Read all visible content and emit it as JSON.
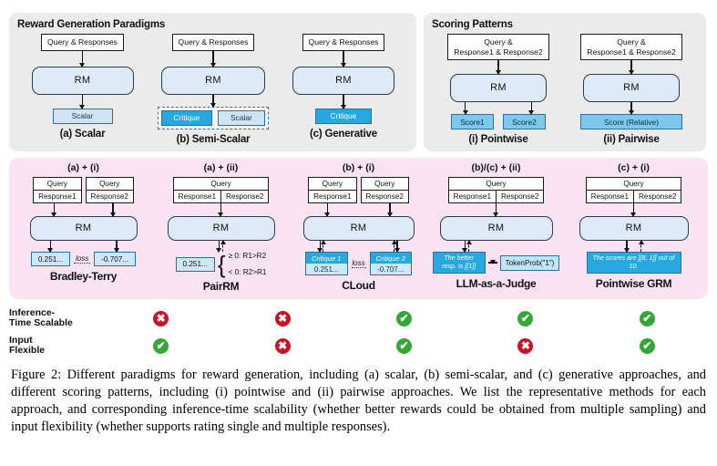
{
  "paradigms_panel": {
    "title": "Reward Generation Paradigms",
    "columns": [
      {
        "input": "Query & Responses",
        "model": "RM",
        "outputs": [
          {
            "text": "Scalar",
            "style": "light"
          }
        ],
        "label": "(a) Scalar"
      },
      {
        "input": "Query & Responses",
        "model": "RM",
        "outputs": [
          {
            "text": "Critique",
            "style": "dark"
          },
          {
            "text": "Scalar",
            "style": "light"
          }
        ],
        "label": "(b) Semi-Scalar"
      },
      {
        "input": "Query & Responses",
        "model": "RM",
        "outputs": [
          {
            "text": "Critique",
            "style": "dark"
          }
        ],
        "label": "(c) Generative"
      }
    ]
  },
  "scoring_panel": {
    "title": "Scoring Patterns",
    "columns": [
      {
        "input_line1": "Query &",
        "input_line2": "Response1 & Response2",
        "model": "RM",
        "outputs": [
          "Score1",
          "Score2"
        ],
        "label": "(i) Pointwise"
      },
      {
        "input_line1": "Query &",
        "input_line2": "Response1 & Response2",
        "model": "RM",
        "outputs": [
          "Score (Relative)"
        ],
        "label": "(ii) Pairwise"
      }
    ]
  },
  "methods_panel": {
    "columns": [
      {
        "combo": "(a) + (i)",
        "name": "Bradley-Terry",
        "input_mode": "two-boxes",
        "query_label": "Query",
        "response1": "Response1",
        "response2": "Response2",
        "model": "RM",
        "out_left": "0.251...",
        "out_right": "-0.707...",
        "loss_label": "loss"
      },
      {
        "combo": "(a) + (ii)",
        "name": "PairRM",
        "input_mode": "split",
        "query_label": "Query",
        "response1": "Response1",
        "response2": "Response2",
        "model": "RM",
        "value": "0.251...",
        "rule_top": "≥ 0: R1>R2",
        "rule_bottom": "< 0: R2>R1"
      },
      {
        "combo": "(b) + (i)",
        "name": "CLoud",
        "input_mode": "two-boxes",
        "query_label": "Query",
        "response1": "Response1",
        "response2": "Response2",
        "model": "RM",
        "crit_left_title": "Critique 1",
        "crit_left_value": "0.251...",
        "crit_right_title": "Critique 2",
        "crit_right_value": "-0.707...",
        "loss_label": "loss"
      },
      {
        "combo": "(b)/(c) + (ii)",
        "name": "LLM-as-a-Judge",
        "input_mode": "split",
        "query_label": "Query",
        "response1": "Response1",
        "response2": "Response2",
        "model": "RM",
        "judge_text": "The better resp. is [[1]]",
        "token_prob": "TokenProb(\"1\")"
      },
      {
        "combo": "(c) + (i)",
        "name": "Pointwise GRM",
        "input_mode": "split",
        "query_label": "Query",
        "response1": "Response1",
        "response2": "Response2",
        "model": "RM",
        "grm_text": "The scores are [[8, 1]] out of 10."
      }
    ]
  },
  "matrix": {
    "rows": [
      {
        "label_line1": "Inference-",
        "label_line2": "Time Scalable",
        "values": [
          "no",
          "no",
          "ok",
          "ok",
          "ok"
        ]
      },
      {
        "label_line1": "Input",
        "label_line2": "Flexible",
        "values": [
          "ok",
          "no",
          "ok",
          "no",
          "ok"
        ]
      }
    ],
    "glyphs": {
      "ok": "✔",
      "no": "✖"
    }
  },
  "caption": {
    "text": "Figure 2: Different paradigms for reward generation, including (a) scalar, (b) semi-scalar, and (c) generative approaches, and different scoring patterns, including (i) pointwise and (ii) pairwise approaches. We list the representative methods for each approach, and corresponding inference-time scalability (whether better rewards could be obtained from multiple sampling) and input flexibility (whether supports rating single and multiple responses)."
  },
  "colors": {
    "panel_gray": "#ebebeb",
    "panel_pink": "#fae4f3",
    "rm_fill": "#dfeaf8",
    "pill_light": "#cfe4f6",
    "pill_dark": "#27a8e0",
    "ok_green": "#35a735",
    "no_red": "#cc0f22"
  }
}
